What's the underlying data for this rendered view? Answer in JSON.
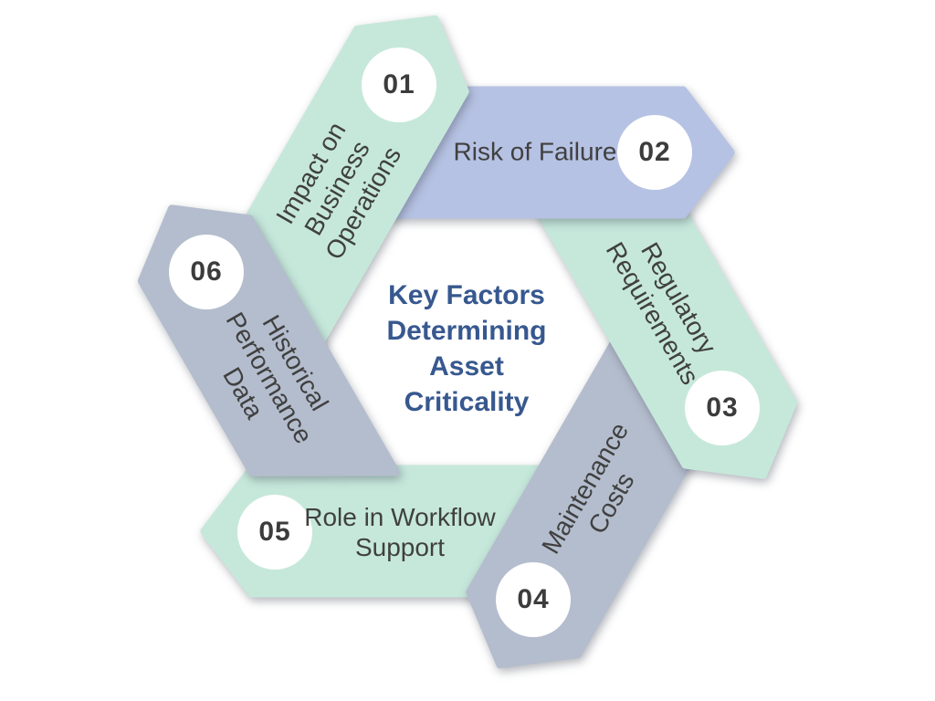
{
  "title": "Key Factors\nDetermining\nAsset\nCriticality",
  "colors": {
    "mint": "#c6e8db",
    "periwinkle": "#b6c2e3",
    "slate": "#b4bdcd",
    "title_text": "#37588f",
    "label_text": "#404040",
    "number_text": "#3c3c3c",
    "background": "#ffffff",
    "circle_fill": "#ffffff"
  },
  "segments": [
    {
      "number": "01",
      "label": "Impact on\nBusiness\nOperations",
      "color": "#c6e8db"
    },
    {
      "number": "02",
      "label": "Risk of Failure",
      "color": "#b6c2e3"
    },
    {
      "number": "03",
      "label": "Regulatory\nRequirements",
      "color": "#c6e8db"
    },
    {
      "number": "04",
      "label": "Maintenance\nCosts",
      "color": "#b4bdcd"
    },
    {
      "number": "05",
      "label": "Role in Workflow\nSupport",
      "color": "#c6e8db"
    },
    {
      "number": "06",
      "label": "Historical\nPerformance\nData",
      "color": "#b4bdcd"
    }
  ]
}
